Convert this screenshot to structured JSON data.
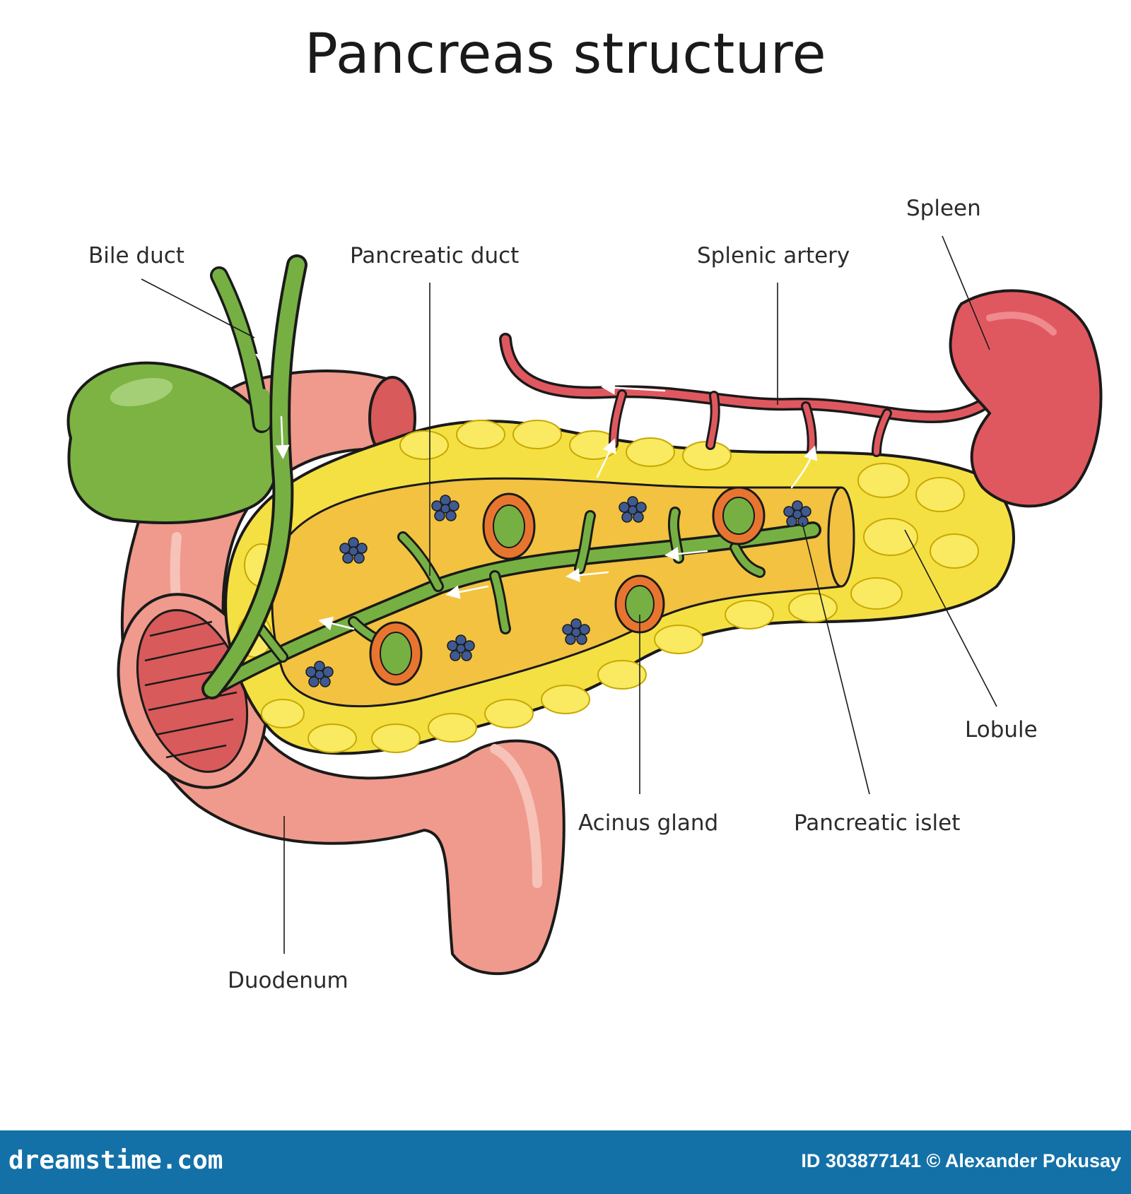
{
  "title": "Pancreas structure",
  "labels": {
    "bile_duct": "Bile duct",
    "pancreatic_duct": "Pancreatic duct",
    "splenic_artery": "Splenic artery",
    "spleen": "Spleen",
    "lobule": "Lobule",
    "acinus_gland": "Acinus gland",
    "pancreatic_islet": "Pancreatic islet",
    "duodenum": "Duodenum"
  },
  "footer": {
    "site": "dreamstime.com",
    "credit": "ID 303877141 © Alexander Pokusay"
  },
  "watermark": "dreamstime",
  "colors": {
    "gallbladder": "#7cb342",
    "duct": "#76b043",
    "duodenum": "#ef9a8c",
    "duodenum_inner": "#d85a5a",
    "pancreas_lobule": "#f5e043",
    "pancreas_core": "#f2c240",
    "spleen": "#e0585f",
    "artery": "#e0585f",
    "acinus": "#e8752f",
    "islet_cell": "#3f5a92",
    "footer": "#1371a8"
  }
}
